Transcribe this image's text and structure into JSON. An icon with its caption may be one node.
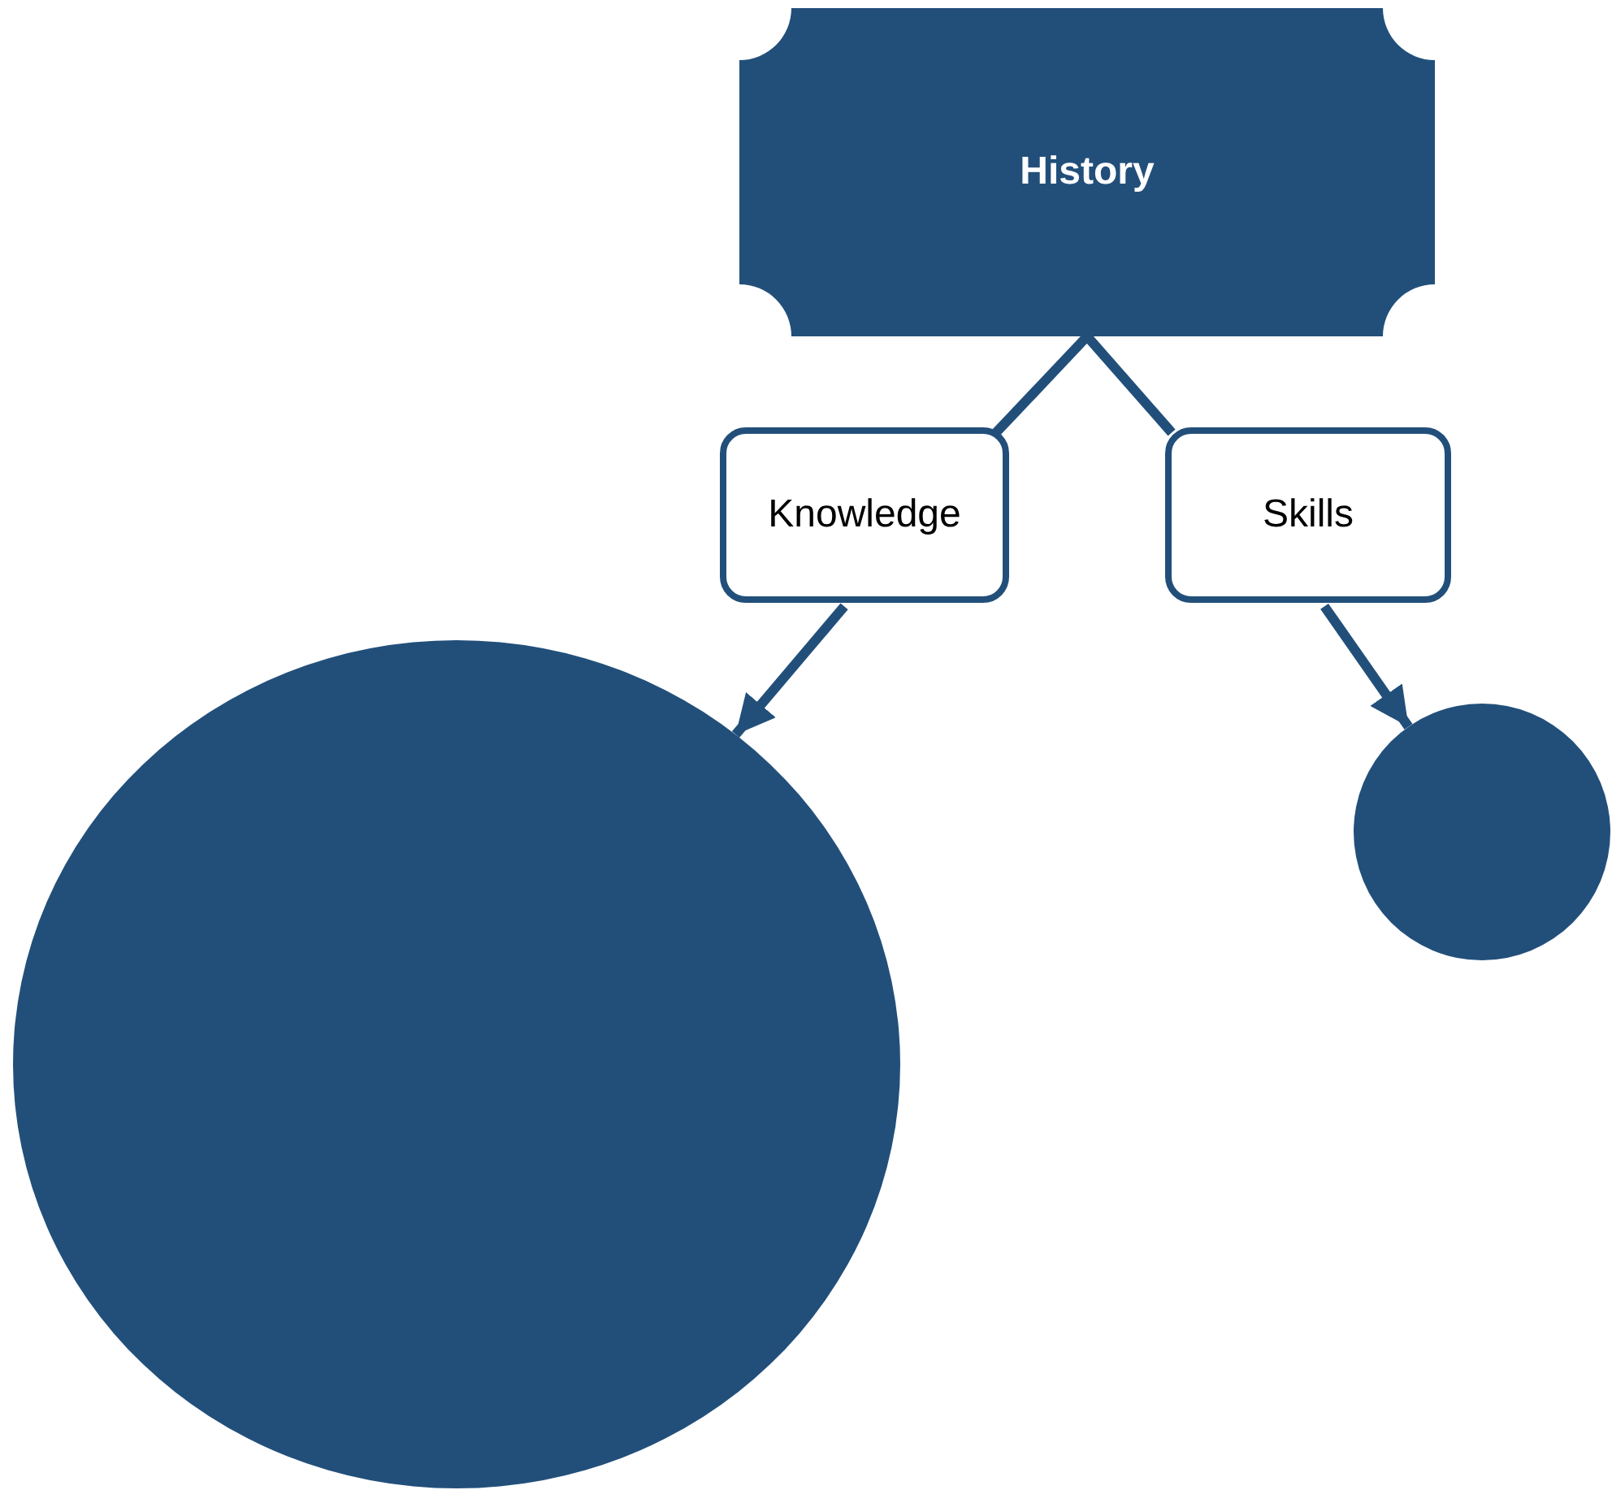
{
  "diagram": {
    "nodes": [
      {
        "text": [
          "History"
        ]
      },
      {
        "text": [
          "Knowledge"
        ]
      },
      {
        "text": [
          "Skills"
        ]
      },
      {
        "text": [],
        "shape": "circle"
      },
      {
        "text": [],
        "shape": "circle"
      }
    ],
    "edges": [
      {
        "from": 0,
        "to": 1,
        "arrow": "none"
      },
      {
        "from": 0,
        "to": 2,
        "arrow": "none"
      },
      {
        "from": 1,
        "to": 3,
        "arrow": "to"
      },
      {
        "from": 2,
        "to": 4,
        "arrow": "to"
      }
    ]
  }
}
